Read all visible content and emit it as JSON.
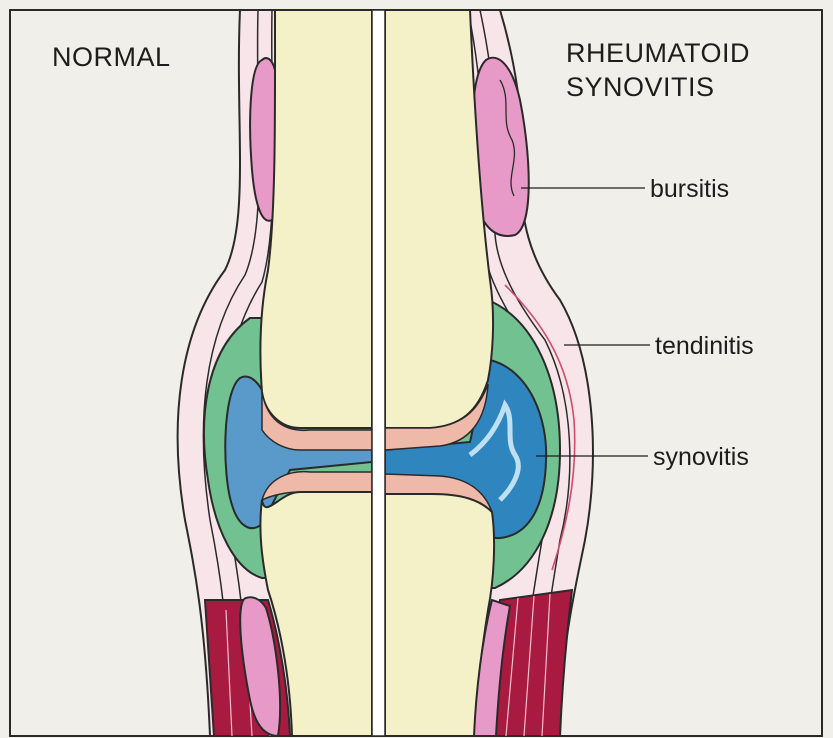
{
  "titles": {
    "normal": "NORMAL",
    "rheumatoid_line1": "RHEUMATOID",
    "rheumatoid_line2": "SYNOVITIS"
  },
  "callouts": {
    "bursitis": "bursitis",
    "tendinitis": "tendinitis",
    "synovitis": "synovitis"
  },
  "colors": {
    "background": "#f1efe9",
    "bone": "#f4f1c8",
    "cartilage": "#efb9aa",
    "synovial_fluid": "#6ea6cf",
    "synovial_fluid_inflamed": "#2f86bf",
    "synovial_membrane": "#72c191",
    "bursa": "#e79ac7",
    "tendon_sheath": "#f7e5ea",
    "muscle": "#a81a3f",
    "outline": "#2a2a2a"
  }
}
